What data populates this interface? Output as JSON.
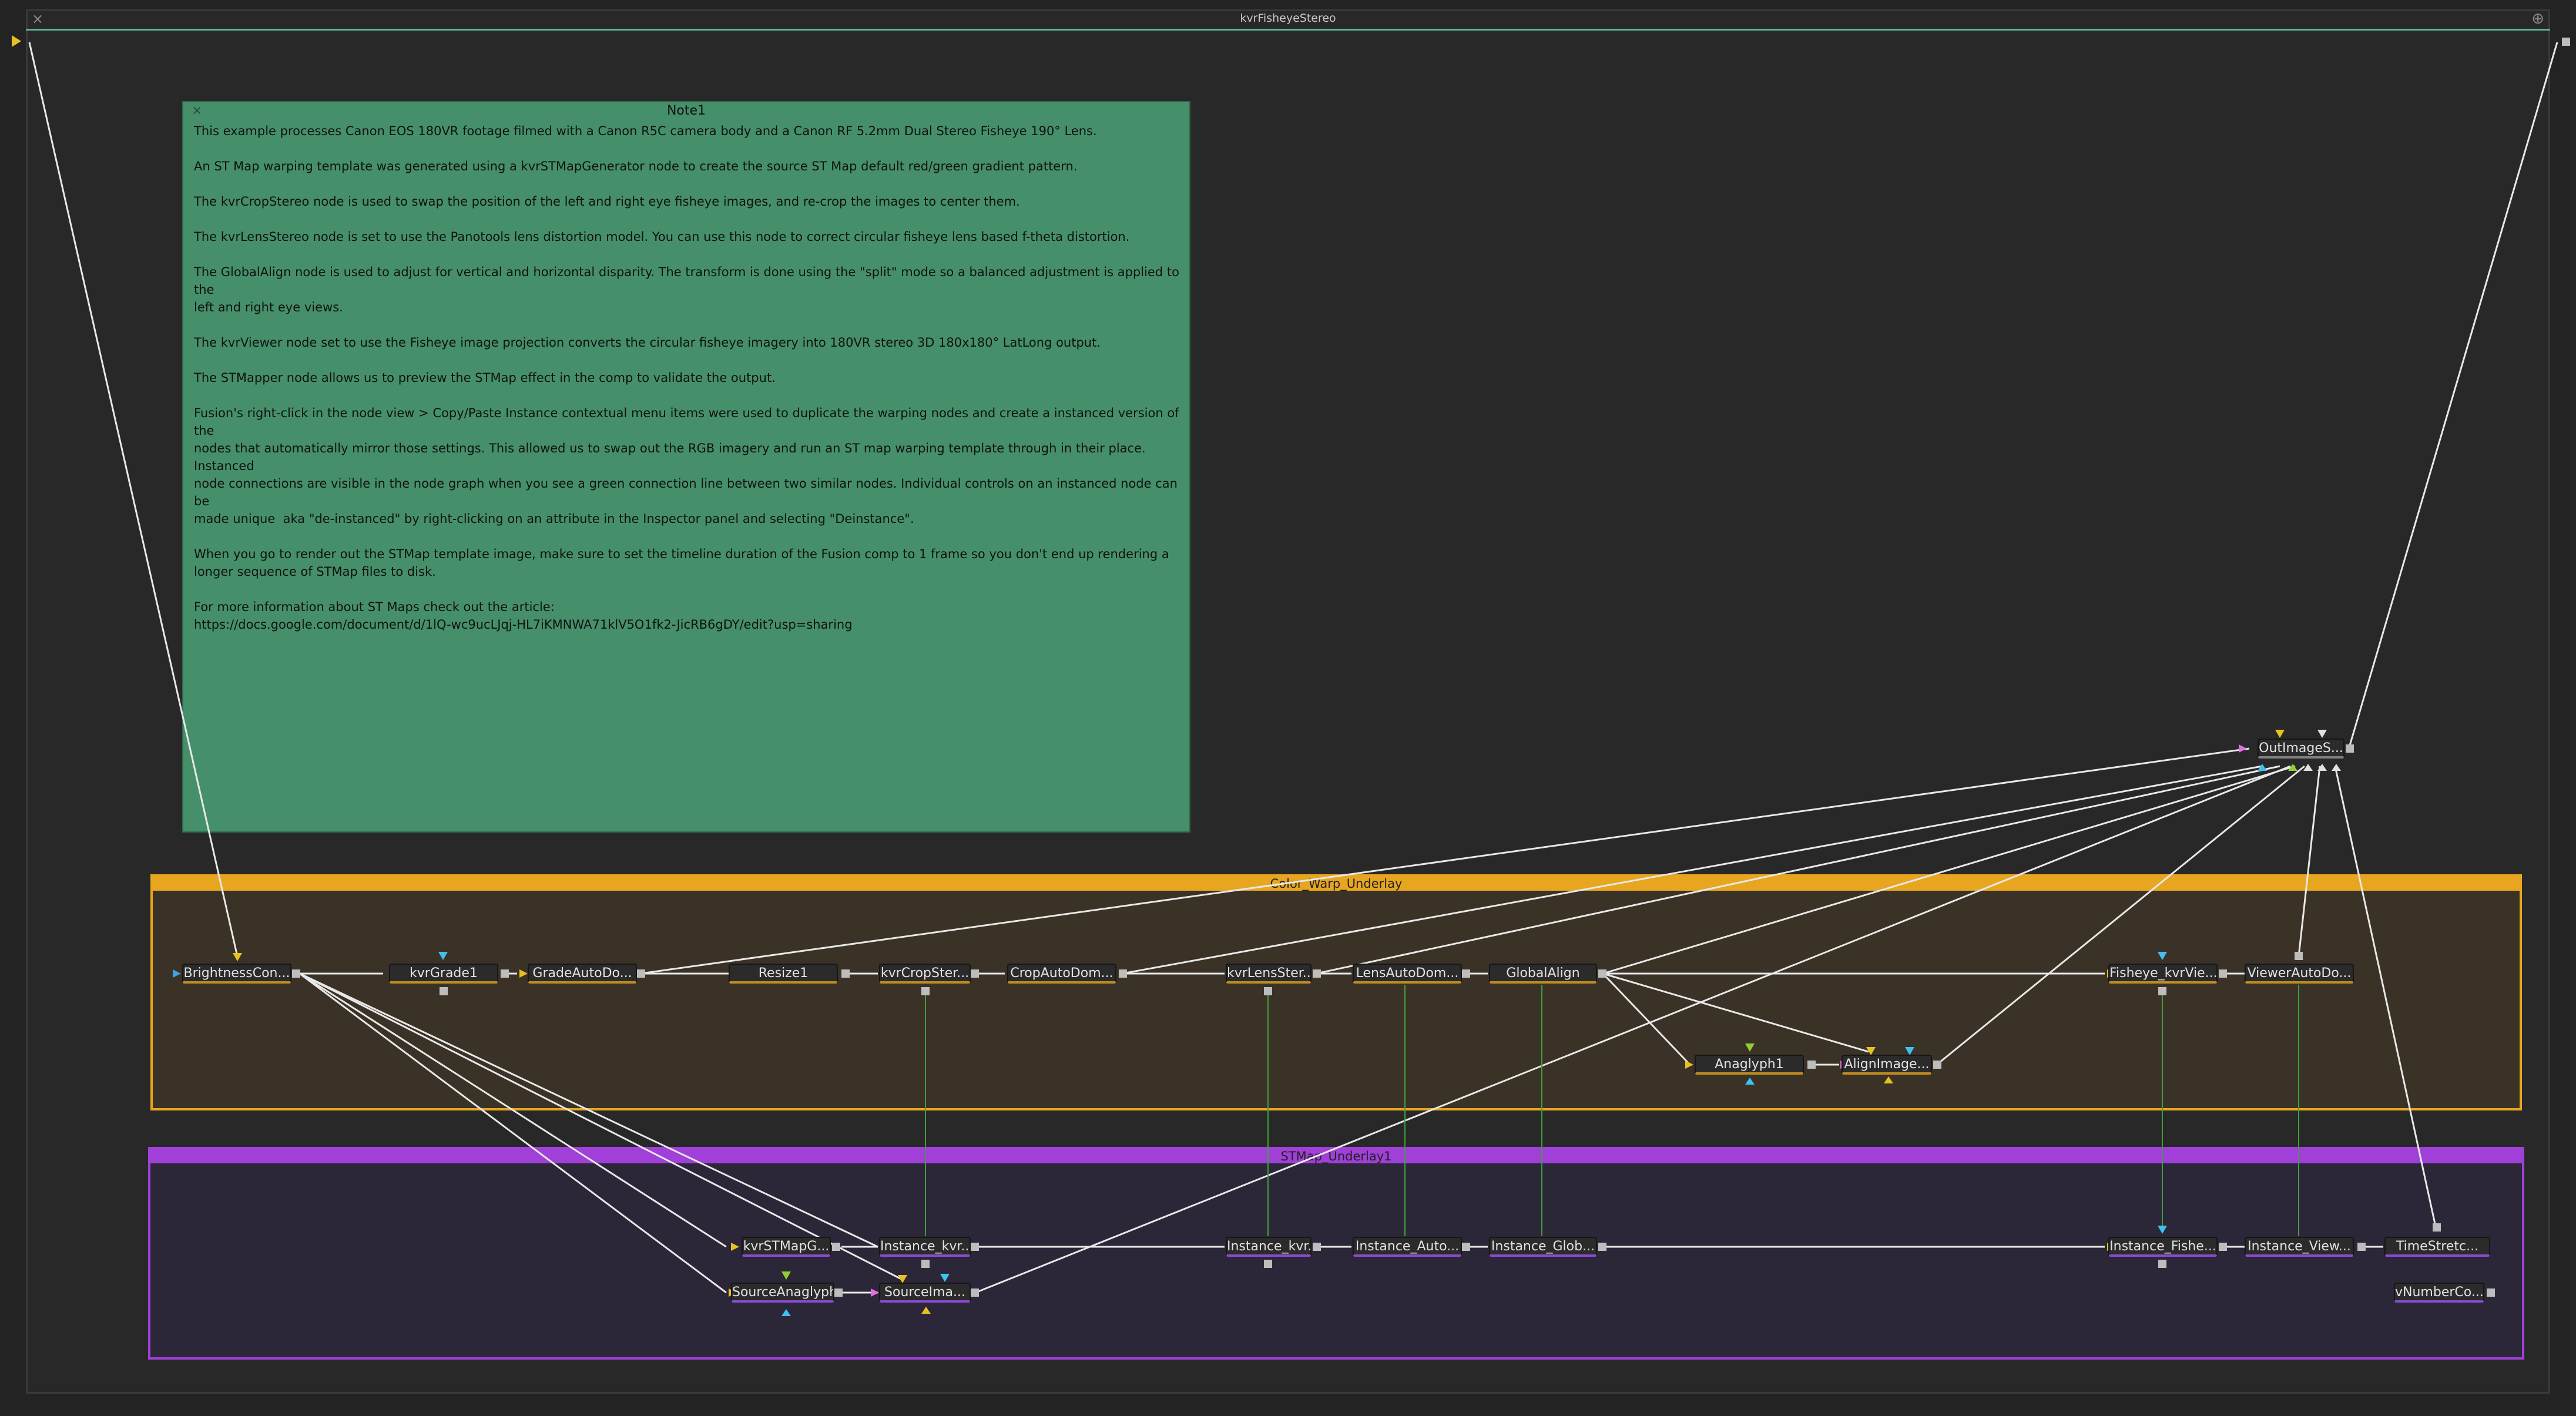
{
  "window": {
    "title": "kvrFisheyeStereo"
  },
  "note": {
    "title": "Note1",
    "text": "This example processes Canon EOS 180VR footage filmed with a Canon R5C camera body and a Canon RF 5.2mm Dual Stereo Fisheye 190° Lens.\n\nAn ST Map warping template was generated using a kvrSTMapGenerator node to create the source ST Map default red/green gradient pattern.\n\nThe kvrCropStereo node is used to swap the position of the left and right eye fisheye images, and re-crop the images to center them.\n\nThe kvrLensStereo node is set to use the Panotools lens distortion model. You can use this node to correct circular fisheye lens based f-theta distortion.\n\nThe GlobalAlign node is used to adjust for vertical and horizontal disparity. The transform is done using the \"split\" mode so a balanced adjustment is applied to the\nleft and right eye views.\n\nThe kvrViewer node set to use the Fisheye image projection converts the circular fisheye imagery into 180VR stereo 3D 180x180° LatLong output.\n\nThe STMapper node allows us to preview the STMap effect in the comp to validate the output.\n\nFusion's right-click in the node view > Copy/Paste Instance contextual menu items were used to duplicate the warping nodes and create a instanced version of the\nnodes that automatically mirror those settings. This allowed us to swap out the RGB imagery and run an ST map warping template through in their place. Instanced\nnode connections are visible in the node graph when you see a green connection line between two similar nodes. Individual controls on an instanced node can be\nmade unique  aka \"de-instanced\" by right-clicking on an attribute in the Inspector panel and selecting \"Deinstance\".\n\nWhen you go to render out the STMap template image, make sure to set the timeline duration of the Fusion comp to 1 frame so you don't end up rendering a\nlonger sequence of STMap files to disk.\n\nFor more information about ST Maps check out the article:\nhttps://docs.google.com/document/d/1lQ-wc9ucLJqj-HL7iKMNWA71klV5O1fk2-JicRB6gDY/edit?usp=sharing"
  },
  "groups": {
    "color_warp": {
      "title": "Color_Warp_Underlay",
      "color": "#e8a620"
    },
    "stmap": {
      "title": "STMap_Underlay1",
      "color": "#a040d8"
    }
  },
  "nodes": {
    "brightness": "BrightnessCon...",
    "kvrgrade": "kvrGrade1",
    "gradeauto": "GradeAutoDo...",
    "resize": "Resize1",
    "cropstereo": "kvrCropSter...",
    "cropauto": "CropAutoDom...",
    "lensstereo": "kvrLensSter...",
    "lensauto": "LensAutoDom...",
    "globalalign": "GlobalAlign",
    "anaglyph": "Anaglyph1",
    "alignimage": "AlignImage...",
    "fisheye": "Fisheye_kvrVie...",
    "viewerauto": "ViewerAutoDo...",
    "outimage": "OutImageS...",
    "stmapgen": "kvrSTMapG...",
    "sourceanaglyph": "SourceAnaglyph",
    "instance_kvr1": "Instance_kvr...",
    "sourceimage": "SourceIma...",
    "instance_kvr2": "Instance_kvr...",
    "instance_auto": "Instance_Auto...",
    "instance_glob": "Instance_Glob...",
    "instance_fisheye": "Instance_Fishe...",
    "instance_view": "Instance_View...",
    "timestretch": "TimeStretc...",
    "numbercomp": "vNumberCo..."
  },
  "colors": {
    "link": "#e8e8e8",
    "instance_link": "#3fa03f",
    "input_yellow": "#e8c020",
    "input_cyan": "#3fc0f0",
    "input_green": "#8fd030",
    "input_magenta": "#e070e0"
  }
}
